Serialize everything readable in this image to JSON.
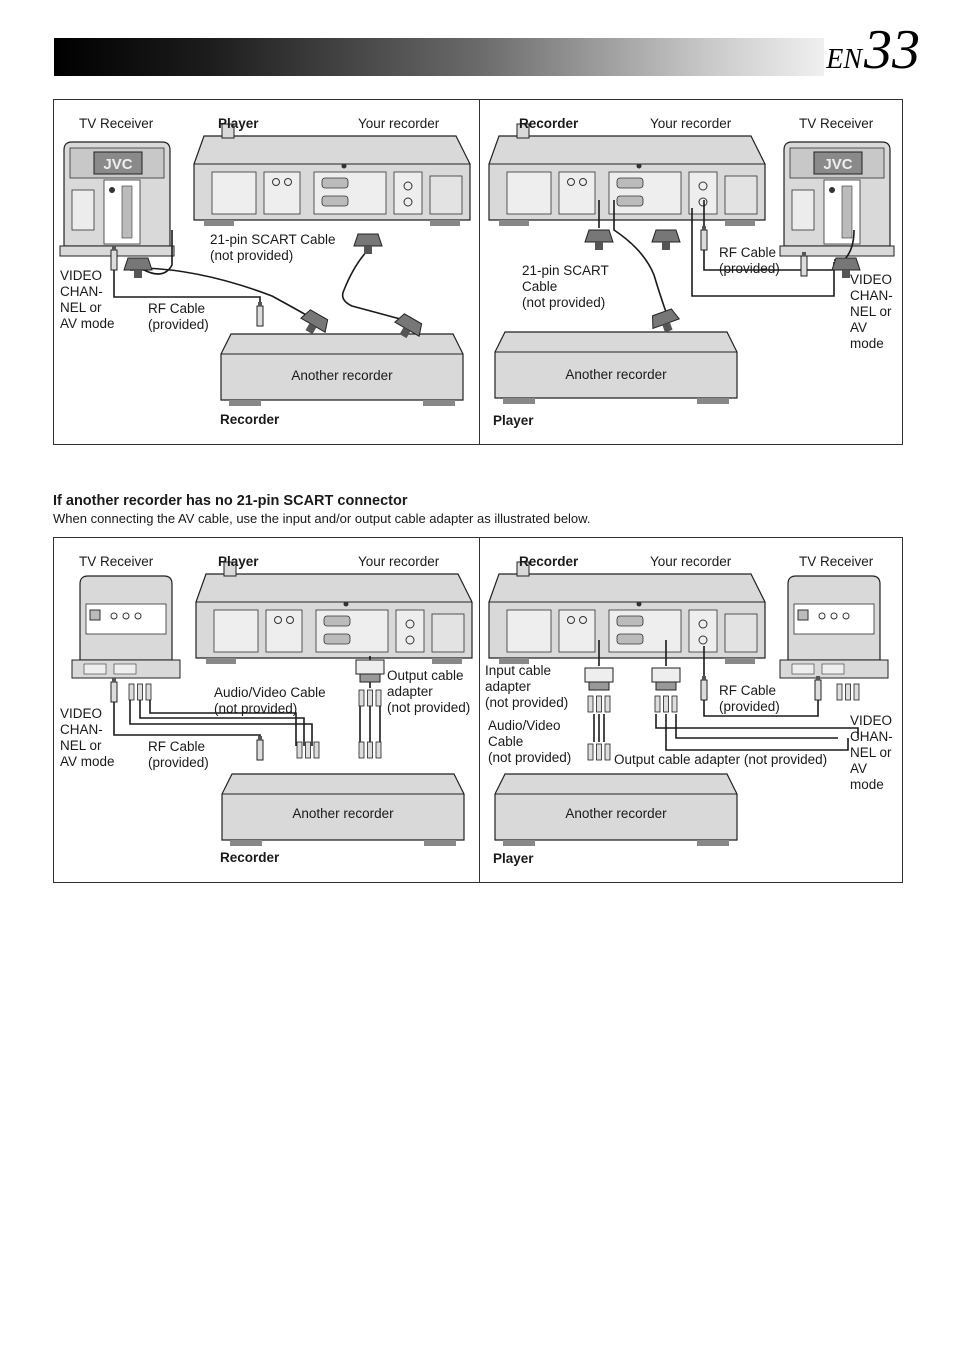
{
  "page": {
    "lang": "EN",
    "number": "33"
  },
  "section": {
    "heading": "If another recorder has no 21-pin SCART connector",
    "description": "When connecting the AV cable, use the input and/or output cable adapter as illustrated below."
  },
  "diagrams": {
    "top_left": {
      "tv_receiver": "TV Receiver",
      "player": "Player",
      "your_recorder": "Your recorder",
      "scart_cable": "21-pin SCART Cable\n(not provided)",
      "video_channel": "VIDEO\nCHAN-\nNEL or\nAV mode",
      "rf_cable": "RF Cable\n(provided)",
      "another_recorder": "Another recorder",
      "recorder": "Recorder"
    },
    "top_right": {
      "recorder": "Recorder",
      "your_recorder": "Your recorder",
      "tv_receiver": "TV Receiver",
      "rf_cable": "RF Cable\n(provided)",
      "scart_cable": "21-pin SCART\nCable\n(not provided)",
      "video_channel": "VIDEO\nCHAN-\nNEL or\nAV\nmode",
      "another_recorder": "Another recorder",
      "player": "Player"
    },
    "bottom_left": {
      "tv_receiver": "TV Receiver",
      "player": "Player",
      "your_recorder": "Your recorder",
      "output_adapter": "Output cable\nadapter\n(not provided)",
      "av_cable": "Audio/Video Cable\n(not provided)",
      "video_channel": "VIDEO\nCHAN-\nNEL or\nAV mode",
      "rf_cable": "RF Cable\n(provided)",
      "another_recorder": "Another recorder",
      "recorder": "Recorder"
    },
    "bottom_right": {
      "recorder": "Recorder",
      "your_recorder": "Your recorder",
      "tv_receiver": "TV Receiver",
      "input_adapter": "Input cable\nadapter\n(not provided)",
      "rf_cable": "RF Cable\n(provided)",
      "av_cable": "Audio/Video\nCable\n(not provided)",
      "output_adapter": "Output cable adapter (not provided)",
      "video_channel": "VIDEO\nCHAN-\nNEL or\nAV\nmode",
      "another_recorder": "Another recorder",
      "player": "Player"
    }
  },
  "colors": {
    "device_fill": "#d9d9d9",
    "line": "#1a1a1a",
    "panel_fill": "#ffffff"
  },
  "icons": {
    "tv": "crt-tv-rear-icon",
    "vcr": "vcr-rear-panel-icon",
    "scart": "scart-plug-icon",
    "rca": "rca-plug-icon",
    "rf": "rf-plug-icon"
  }
}
